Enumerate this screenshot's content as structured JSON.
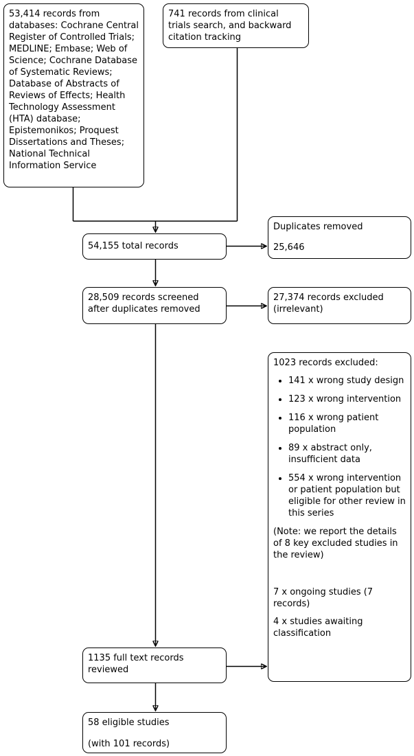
{
  "diagram": {
    "sources_box": "53,414 records from databases: Cochrane Central Register of Controlled Trials; MEDLINE; Embase; Web of Science; Cochrane Database of Systematic Reviews; Database of Abstracts of Reviews of Effects; Health Technology Assessment (HTA) database; Epistemonikos; Proquest Dissertations and Theses; National Technical Information Service",
    "trials_box": "741 records from clinical trials search, and backward citation tracking",
    "total_box": "54,155 total records",
    "duplicates_box": {
      "title": "Duplicates removed",
      "count": "25,646"
    },
    "screened_box": "28,509 records screened after duplicates removed",
    "irrelevant_box": "27,374 records excluded (irrelevant)",
    "fulltext_excluded_box": {
      "heading": "1023 records excluded:",
      "bullets": [
        "141 x wrong study design",
        "123 x wrong intervention",
        "116 x wrong patient population",
        "89 x abstract only, insufficient data",
        "554 x wrong intervention or patient population but eligible for other review in this series"
      ],
      "note": "(Note: we report the details of 8 key excluded studies in the review)",
      "ongoing": "7 x ongoing studies (7 records)",
      "awaiting": "4 x studies awaiting classification"
    },
    "fulltext_box": "1135 full text records reviewed",
    "eligible_box": {
      "line1": "58 eligible studies",
      "line2": "(with 101 records)"
    }
  }
}
